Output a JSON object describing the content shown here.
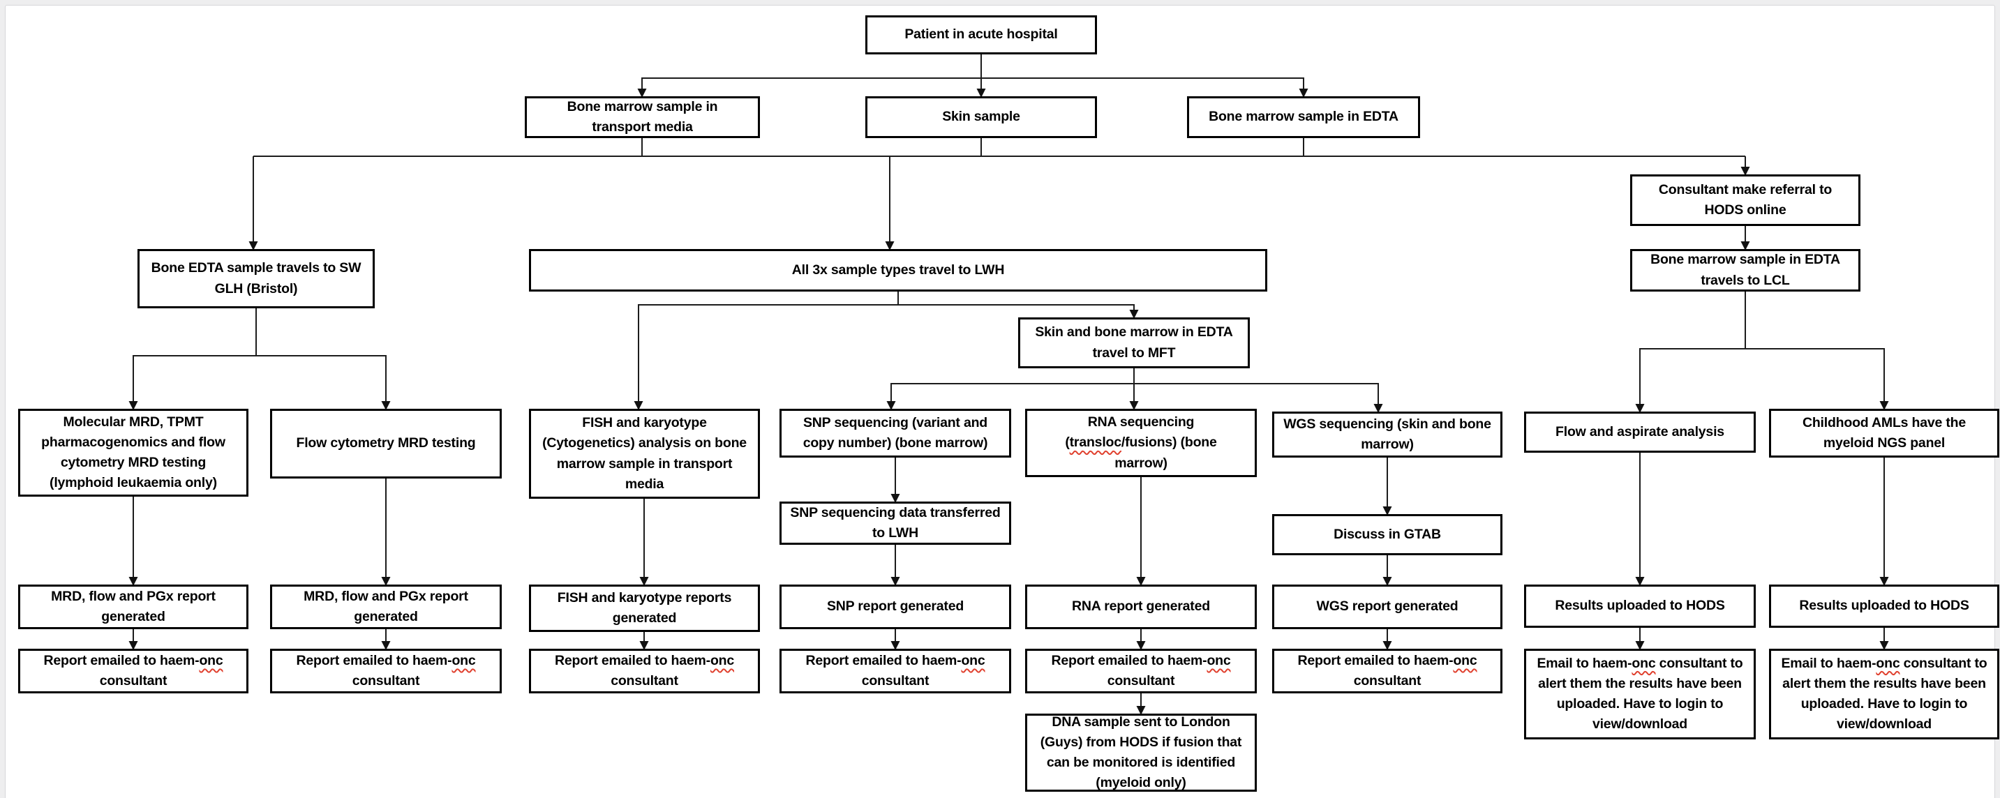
{
  "appearance": {
    "surface_color": "#ffffff",
    "frame_color": "#eeeeef",
    "box_border_color": "#000000",
    "connector_color": "#1c1c1c",
    "text_color": "#000000",
    "spellcheck_squiggle_color": "#e0402e"
  },
  "nodes": {
    "patient": {
      "label": "Patient in acute hospital"
    },
    "bm_transport": {
      "label": "Bone marrow sample in\ntransport media"
    },
    "skin_sample": {
      "label": "Skin sample"
    },
    "bm_edta": {
      "label": "Bone marrow sample in EDTA"
    },
    "referral_hods": {
      "label": "Consultant make referral to\nHODS online"
    },
    "sw_glh": {
      "label": "Bone EDTA sample travels to SW\nGLH (Bristol)"
    },
    "lwh": {
      "label": "All 3x sample types travel to LWH"
    },
    "lcl": {
      "label": "Bone marrow sample in EDTA\ntravels to LCL"
    },
    "mft": {
      "label": "Skin and bone marrow in EDTA\ntravel to MFT"
    },
    "molecular_mrd": {
      "label": "Molecular MRD, TPMT\npharmacogenomics and flow\ncytometry MRD testing\n(lymphoid leukaemia only)"
    },
    "flow_mrd": {
      "label": "Flow cytometry MRD testing"
    },
    "fish_karyotype": {
      "label": "FISH and karyotype\n(Cytogenetics) analysis on bone\nmarrow sample in transport\nmedia"
    },
    "snp_seq": {
      "label": "SNP sequencing (variant and\ncopy number) (bone marrow)"
    },
    "rna_seq": {
      "segments": [
        {
          "text": "RNA sequencing\n("
        },
        {
          "text": "transloc",
          "misspelled": true
        },
        {
          "text": "/fusions) (bone\nmarrow)"
        }
      ]
    },
    "wgs_seq": {
      "label": "WGS sequencing (skin and bone\nmarrow)"
    },
    "flow_aspirate": {
      "label": "Flow and aspirate analysis"
    },
    "childhood_aml": {
      "label": "Childhood AMLs have the\nmyeloid NGS panel"
    },
    "snp_transfer": {
      "label": "SNP sequencing data transferred\nto LWH"
    },
    "gtab": {
      "label": "Discuss in GTAB"
    },
    "mrd_report_1": {
      "label": "MRD, flow and PGx report\ngenerated"
    },
    "mrd_report_2": {
      "label": "MRD, flow and PGx report\ngenerated"
    },
    "fish_report": {
      "label": "FISH and karyotype reports\ngenerated"
    },
    "snp_report": {
      "label": "SNP report generated"
    },
    "rna_report": {
      "label": "RNA report generated"
    },
    "wgs_report": {
      "label": "WGS report generated"
    },
    "hods_upload_1": {
      "label": "Results uploaded to HODS"
    },
    "hods_upload_2": {
      "label": "Results uploaded to HODS"
    },
    "emailed_1": {
      "segments": [
        {
          "text": "Report emailed to haem-"
        },
        {
          "text": "onc",
          "misspelled": true
        },
        {
          "text": "\nconsultant"
        }
      ]
    },
    "emailed_2": {
      "segments": [
        {
          "text": "Report emailed to haem-"
        },
        {
          "text": "onc",
          "misspelled": true
        },
        {
          "text": "\nconsultant"
        }
      ]
    },
    "emailed_3": {
      "segments": [
        {
          "text": "Report emailed to haem-"
        },
        {
          "text": "onc",
          "misspelled": true
        },
        {
          "text": "\nconsultant"
        }
      ]
    },
    "emailed_4": {
      "segments": [
        {
          "text": "Report emailed to haem-"
        },
        {
          "text": "onc",
          "misspelled": true
        },
        {
          "text": "\nconsultant"
        }
      ]
    },
    "emailed_5": {
      "segments": [
        {
          "text": "Report emailed to haem-"
        },
        {
          "text": "onc",
          "misspelled": true
        },
        {
          "text": "\nconsultant"
        }
      ]
    },
    "emailed_6": {
      "segments": [
        {
          "text": "Report emailed to haem-"
        },
        {
          "text": "onc",
          "misspelled": true
        },
        {
          "text": "\nconsultant"
        }
      ]
    },
    "email_alert_1": {
      "segments": [
        {
          "text": "Email to haem-"
        },
        {
          "text": "onc",
          "misspelled": true
        },
        {
          "text": " consultant to\nalert them the results have been\nuploaded. Have to login to\nview/download"
        }
      ]
    },
    "email_alert_2": {
      "segments": [
        {
          "text": "Email to haem-"
        },
        {
          "text": "onc",
          "misspelled": true
        },
        {
          "text": " consultant to\nalert them the results have been\nuploaded. Have to login to\nview/download"
        }
      ]
    },
    "dna_london": {
      "label": "DNA sample sent to London\n(Guys) from HODS if fusion that\ncan be monitored is identified\n(myeloid only)"
    }
  },
  "edges": [
    [
      "patient",
      "bm_transport"
    ],
    [
      "patient",
      "skin_sample"
    ],
    [
      "patient",
      "bm_edta"
    ],
    [
      "bm_transport",
      "sw_glh"
    ],
    [
      "skin_sample",
      "lwh"
    ],
    [
      "bm_edta",
      "referral_hods"
    ],
    [
      "bm_transport",
      "lwh"
    ],
    [
      "skin_sample",
      "sw_glh"
    ],
    [
      "bm_edta",
      "lwh"
    ],
    [
      "referral_hods",
      "lcl"
    ],
    [
      "sw_glh",
      "molecular_mrd"
    ],
    [
      "sw_glh",
      "flow_mrd"
    ],
    [
      "lwh",
      "fish_karyotype"
    ],
    [
      "lwh",
      "mft"
    ],
    [
      "mft",
      "snp_seq"
    ],
    [
      "mft",
      "rna_seq"
    ],
    [
      "mft",
      "wgs_seq"
    ],
    [
      "lcl",
      "flow_aspirate"
    ],
    [
      "lcl",
      "childhood_aml"
    ],
    [
      "molecular_mrd",
      "mrd_report_1"
    ],
    [
      "flow_mrd",
      "mrd_report_2"
    ],
    [
      "fish_karyotype",
      "fish_report"
    ],
    [
      "snp_seq",
      "snp_transfer"
    ],
    [
      "snp_transfer",
      "snp_report"
    ],
    [
      "rna_seq",
      "rna_report"
    ],
    [
      "wgs_seq",
      "gtab"
    ],
    [
      "gtab",
      "wgs_report"
    ],
    [
      "flow_aspirate",
      "hods_upload_1"
    ],
    [
      "childhood_aml",
      "hods_upload_2"
    ],
    [
      "mrd_report_1",
      "emailed_1"
    ],
    [
      "mrd_report_2",
      "emailed_2"
    ],
    [
      "fish_report",
      "emailed_3"
    ],
    [
      "snp_report",
      "emailed_4"
    ],
    [
      "rna_report",
      "emailed_5"
    ],
    [
      "wgs_report",
      "emailed_6"
    ],
    [
      "hods_upload_1",
      "email_alert_1"
    ],
    [
      "hods_upload_2",
      "email_alert_2"
    ],
    [
      "emailed_5",
      "dna_london"
    ]
  ]
}
